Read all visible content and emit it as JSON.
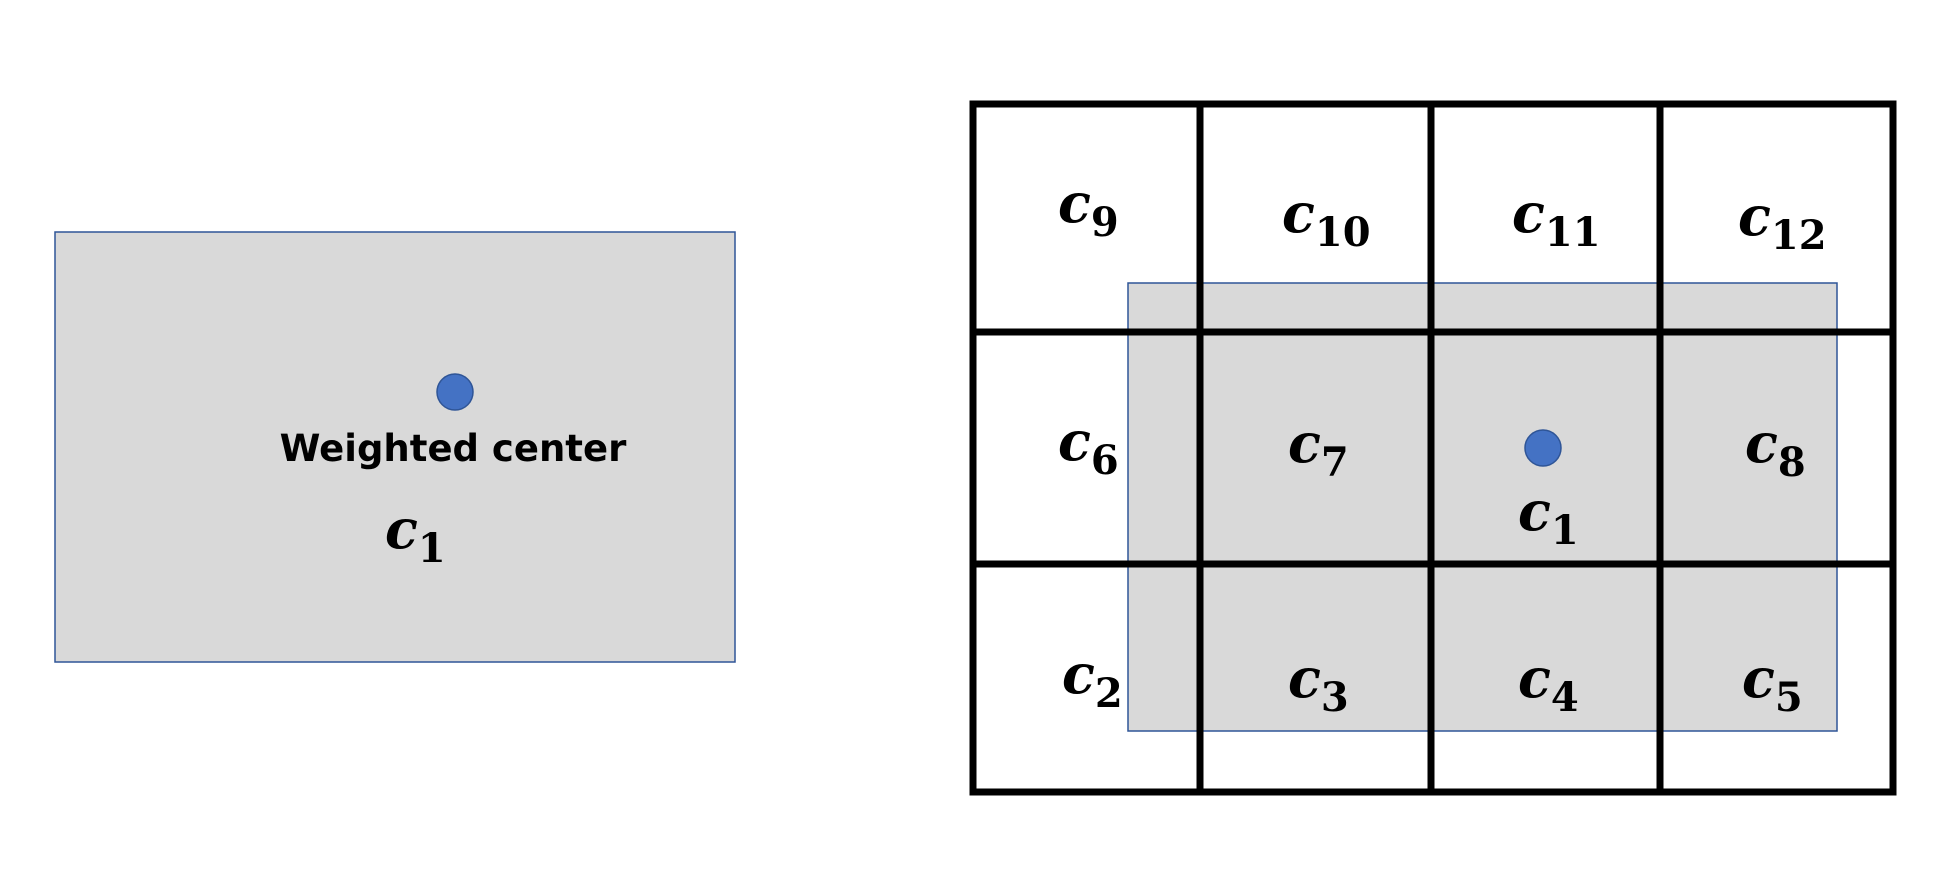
{
  "colors": {
    "region_fill": "#d9d9d9",
    "region_border": "#2f5597",
    "grid_line": "#000000",
    "center_dot": "#4472c4",
    "center_dot_border": "#2f5597"
  },
  "left_panel": {
    "caption": "Weighted center",
    "cell": {
      "base": "c",
      "sub": "1"
    }
  },
  "right_panel": {
    "rows": 3,
    "cols": 4,
    "cells": [
      {
        "base": "c",
        "sub": "9"
      },
      {
        "base": "c",
        "sub": "10"
      },
      {
        "base": "c",
        "sub": "11"
      },
      {
        "base": "c",
        "sub": "12"
      },
      {
        "base": "c",
        "sub": "6"
      },
      {
        "base": "c",
        "sub": "7"
      },
      {
        "base": "c",
        "sub": "1"
      },
      {
        "base": "c",
        "sub": "8"
      },
      {
        "base": "c",
        "sub": "2"
      },
      {
        "base": "c",
        "sub": "3"
      },
      {
        "base": "c",
        "sub": "4"
      },
      {
        "base": "c",
        "sub": "5"
      }
    ]
  }
}
